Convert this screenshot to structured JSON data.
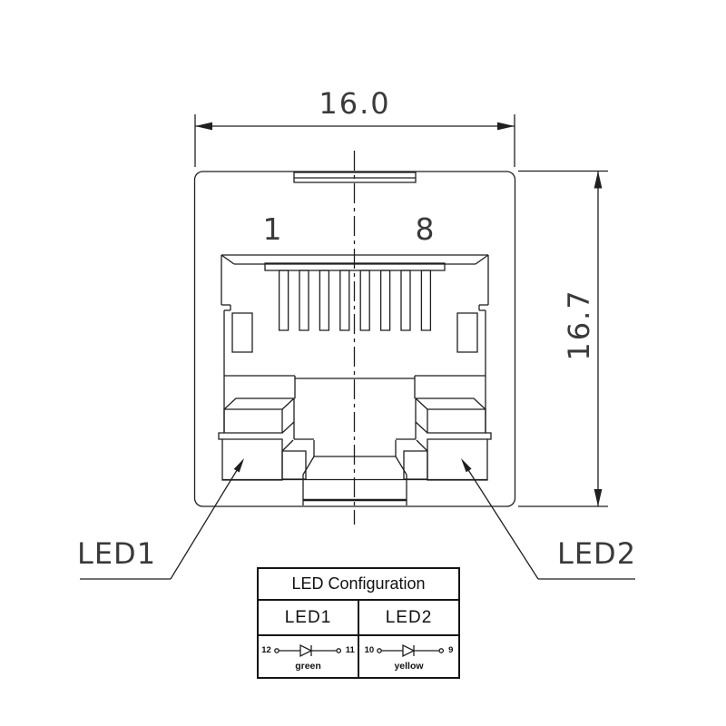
{
  "colors": {
    "line": "#1f1f1f",
    "text": "#3a3a3a",
    "background": "#ffffff"
  },
  "drawing": {
    "width_dim": "16.0",
    "height_dim": "16.7",
    "pin_first_label": "1",
    "pin_last_label": "8",
    "led1_label": "LED1",
    "led2_label": "LED2"
  },
  "table": {
    "title": "LED Configuration",
    "columns": [
      {
        "header": "LED1",
        "pin_from": "12",
        "pin_to": "11",
        "color_label": "green"
      },
      {
        "header": "LED2",
        "pin_from": "10",
        "pin_to": "9",
        "color_label": "yellow"
      }
    ]
  }
}
